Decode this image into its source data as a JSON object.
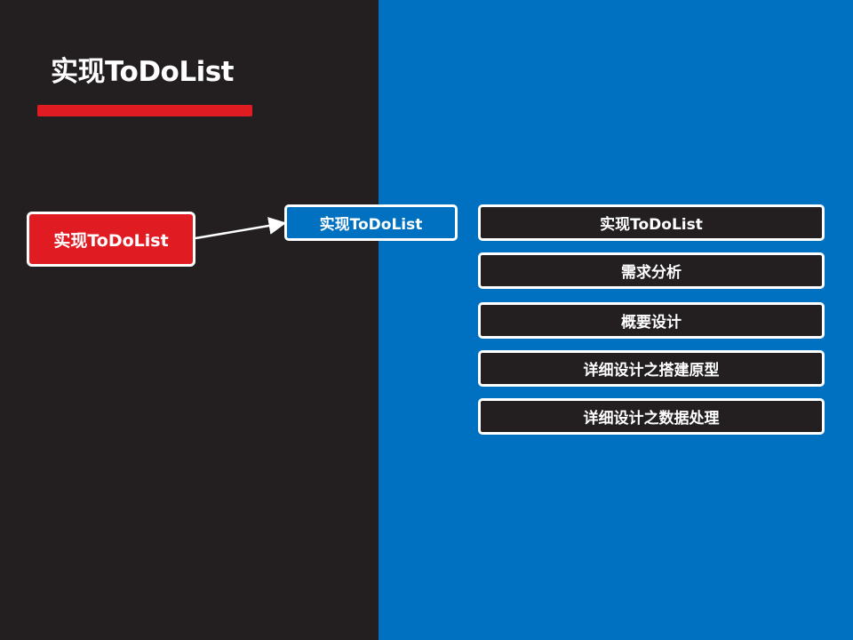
{
  "slide": {
    "title": "实现ToDoList"
  },
  "diagram": {
    "root": "实现ToDoList",
    "middle": "实现ToDoList",
    "items": [
      "实现ToDoList",
      "需求分析",
      "概要设计",
      "详细设计之搭建原型",
      "详细设计之数据处理"
    ]
  },
  "colors": {
    "left_panel": "#231f20",
    "right_panel": "#0070c0",
    "accent_red": "#e11b22",
    "border": "#ffffff"
  }
}
